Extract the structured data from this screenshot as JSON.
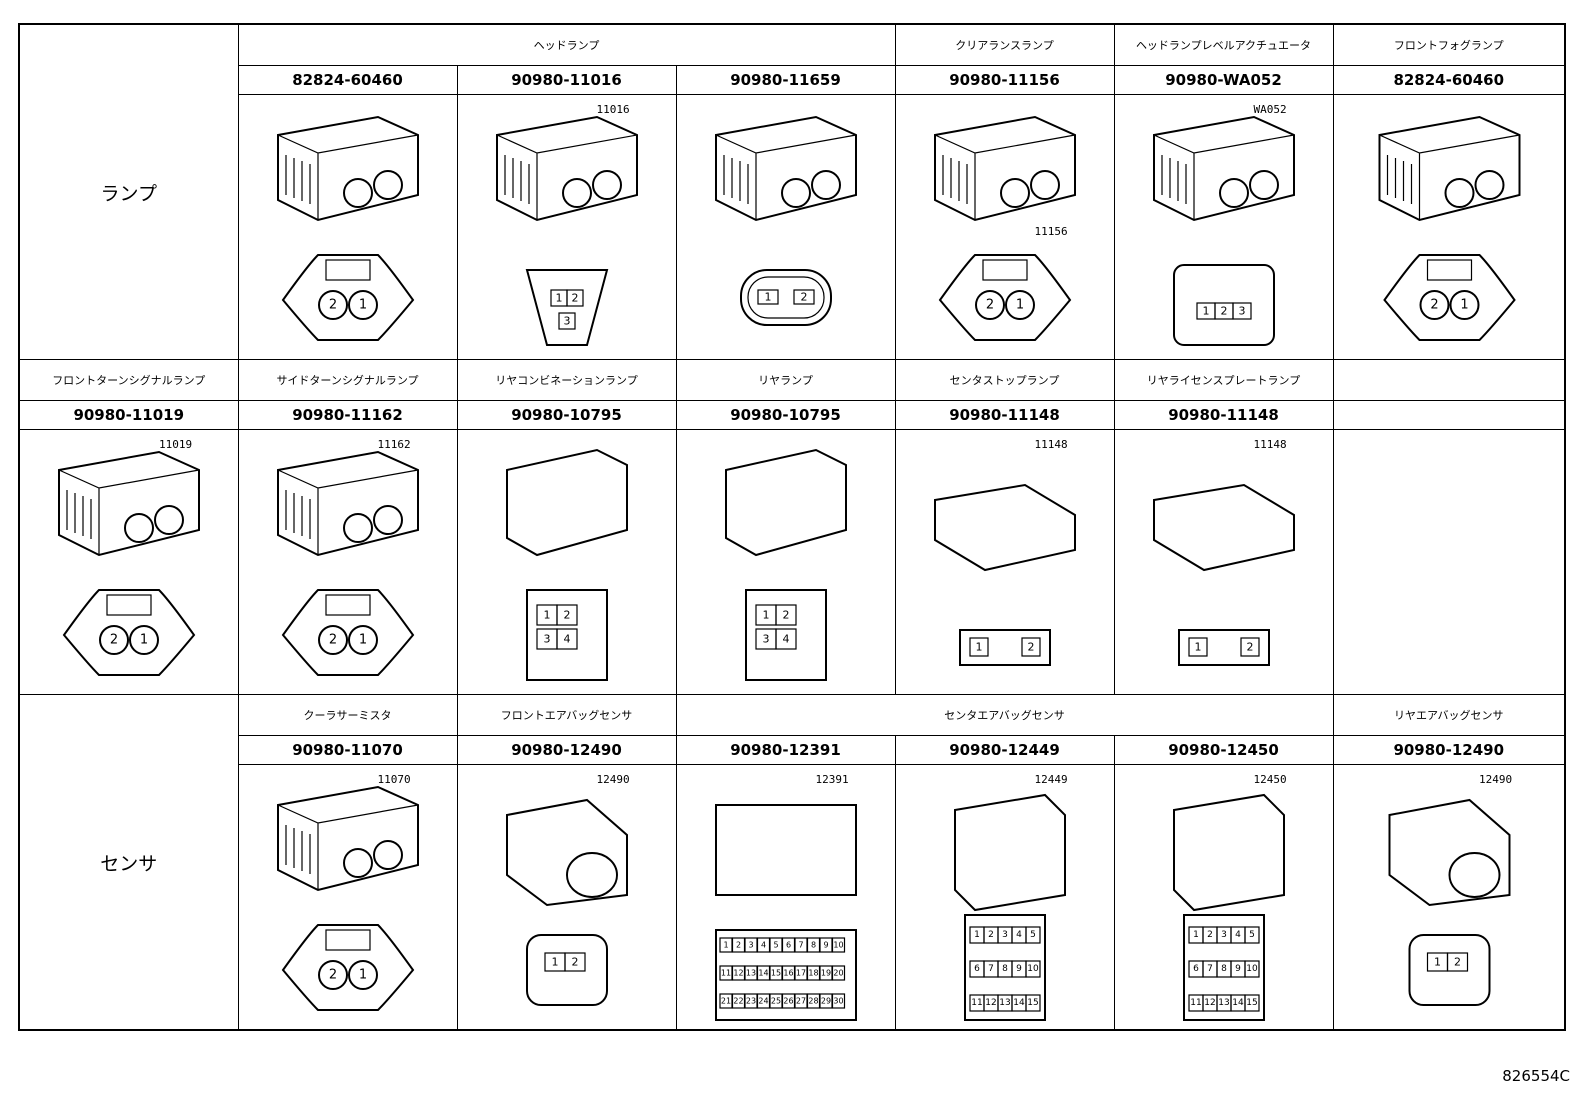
{
  "categories": {
    "lamp": "ランプ",
    "sensor": "センサ"
  },
  "row1": {
    "groups": [
      "ヘッドランプ",
      "クリアランスランプ",
      "ヘッドランプレベルアクチュエータ",
      "フロントフォグランプ"
    ],
    "parts": [
      {
        "pn": "82824-60460",
        "callout": "",
        "pins": [
          "2",
          "1"
        ]
      },
      {
        "pn": "90980-11016",
        "callout": "11016",
        "pins": [
          "1",
          "2",
          "3"
        ]
      },
      {
        "pn": "90980-11659",
        "callout": "",
        "pins": [
          "1",
          "2"
        ]
      },
      {
        "pn": "90980-11156",
        "callout": "11156",
        "pins": [
          "2",
          "1"
        ]
      },
      {
        "pn": "90980-WA052",
        "callout": "WA052",
        "pins": [
          "1",
          "2",
          "3"
        ]
      },
      {
        "pn": "82824-60460",
        "callout": "",
        "pins": [
          "2",
          "1"
        ]
      }
    ]
  },
  "row2": {
    "titles": [
      "フロントターンシグナルランプ",
      "サイドターンシグナルランプ",
      "リヤコンビネーションランプ",
      "リヤランプ",
      "センタストップランプ",
      "リヤライセンスプレートランプ"
    ],
    "parts": [
      {
        "pn": "90980-11019",
        "callout": "11019",
        "pins": [
          "2",
          "1"
        ]
      },
      {
        "pn": "90980-11162",
        "callout": "11162",
        "pins": [
          "2",
          "1"
        ]
      },
      {
        "pn": "90980-10795",
        "callout": "",
        "pins": [
          "1",
          "2",
          "3",
          "4"
        ]
      },
      {
        "pn": "90980-10795",
        "callout": "",
        "pins": [
          "1",
          "2",
          "3",
          "4"
        ]
      },
      {
        "pn": "90980-11148",
        "callout": "11148",
        "pins": [
          "1",
          "2"
        ]
      },
      {
        "pn": "90980-11148",
        "callout": "11148",
        "pins": [
          "1",
          "2"
        ]
      }
    ]
  },
  "row3": {
    "groups": [
      "クーラサーミスタ",
      "フロントエアバッグセンサ",
      "センタエアバッグセンサ",
      "リヤエアバッグセンサ"
    ],
    "parts": [
      {
        "pn": "90980-11070",
        "callout": "11070",
        "pins": [
          "2",
          "1"
        ]
      },
      {
        "pn": "90980-12490",
        "callout": "12490",
        "pins": [
          "1",
          "2"
        ]
      },
      {
        "pn": "90980-12391",
        "callout": "12391",
        "pins": [
          "1",
          "2",
          "3",
          "4",
          "5",
          "6",
          "7",
          "8",
          "9",
          "10",
          "11",
          "12",
          "13",
          "14",
          "15",
          "16",
          "17",
          "18",
          "19",
          "20",
          "21",
          "22",
          "23",
          "24",
          "25",
          "26",
          "27",
          "28",
          "29",
          "30"
        ]
      },
      {
        "pn": "90980-12449",
        "callout": "12449",
        "pins": [
          "1",
          "2",
          "3",
          "4",
          "5",
          "6",
          "7",
          "8",
          "9",
          "10",
          "11",
          "12",
          "13",
          "14",
          "15"
        ]
      },
      {
        "pn": "90980-12450",
        "callout": "12450",
        "pins": [
          "1",
          "2",
          "3",
          "4",
          "5",
          "6",
          "7",
          "8",
          "9",
          "10",
          "11",
          "12",
          "13",
          "14",
          "15"
        ]
      },
      {
        "pn": "90980-12490",
        "callout": "12490",
        "pins": [
          "1",
          "2"
        ]
      }
    ]
  },
  "drawing_code": "826554C"
}
